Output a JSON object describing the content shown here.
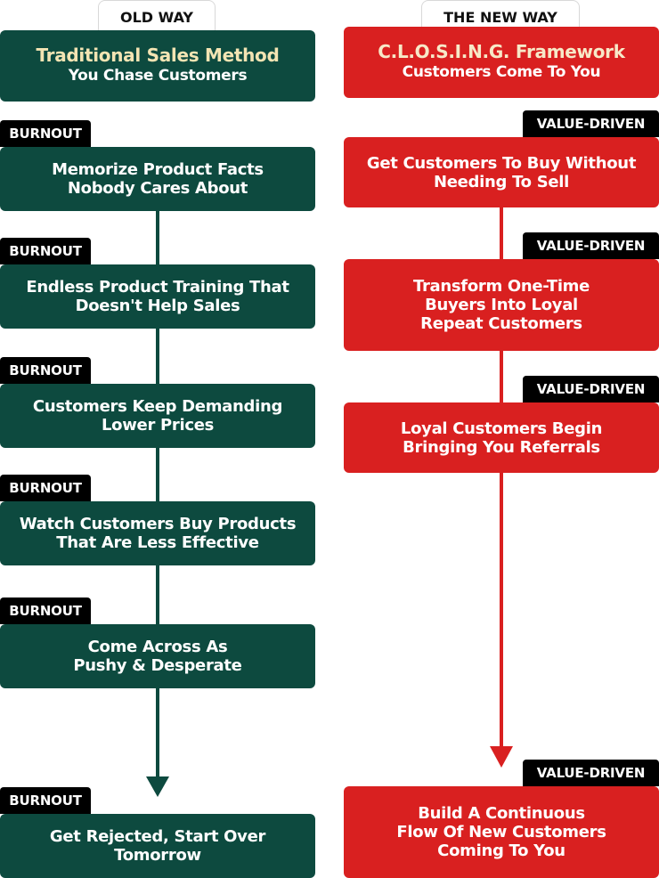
{
  "left": {
    "header": "OLD WAY",
    "title": {
      "line1": "Traditional Sales Method",
      "line2": "You Chase Customers"
    },
    "tag": "BURNOUT",
    "steps": [
      {
        "tag": "BURNOUT",
        "lines": [
          "Memorize Product Facts",
          "Nobody Cares About"
        ]
      },
      {
        "tag": "BURNOUT",
        "lines": [
          "Endless Product Training That",
          "Doesn't Help Sales"
        ]
      },
      {
        "tag": "BURNOUT",
        "lines": [
          "Customers Keep Demanding",
          "Lower Prices"
        ]
      },
      {
        "tag": "BURNOUT",
        "lines": [
          "Watch Customers Buy Products",
          "That Are Less Effective"
        ]
      },
      {
        "tag": "BURNOUT",
        "lines": [
          "Come Across As",
          "Pushy & Desperate"
        ]
      },
      {
        "tag": "BURNOUT",
        "lines": [
          "Get Rejected, Start Over",
          "Tomorrow"
        ]
      }
    ],
    "colors": {
      "box": "#0d4a3f",
      "arrow": "#0d4a3f"
    }
  },
  "right": {
    "header": "THE NEW WAY",
    "title": {
      "line1": "C.L.O.S.I.N.G. Framework",
      "line2": "Customers Come To You"
    },
    "steps": [
      {
        "tag": "VALUE-DRIVEN",
        "lines": [
          "Get Customers To Buy Without",
          "Needing To Sell"
        ]
      },
      {
        "tag": "VALUE-DRIVEN",
        "lines": [
          "Transform One-Time",
          "Buyers Into Loyal",
          "Repeat Customers"
        ]
      },
      {
        "tag": "VALUE-DRIVEN",
        "lines": [
          "Loyal Customers Begin",
          "Bringing You Referrals"
        ]
      },
      {
        "tag": "VALUE-DRIVEN",
        "lines": [
          "Build A Continuous",
          "Flow Of New Customers",
          "Coming To You"
        ]
      }
    ],
    "colors": {
      "box": "#d92020",
      "arrow": "#d92020"
    }
  }
}
